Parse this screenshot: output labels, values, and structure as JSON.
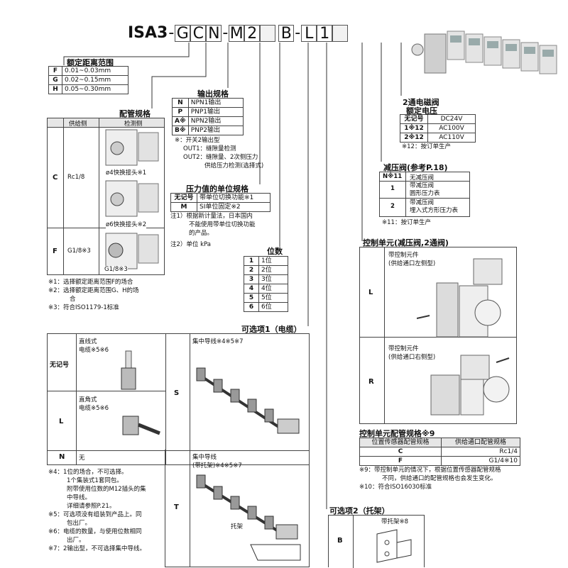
{
  "model": {
    "prefix": "ISA3",
    "parts": [
      "G",
      "C",
      "N",
      "M",
      "2",
      "",
      "B",
      "L",
      "1",
      ""
    ],
    "separators": [
      "-",
      "-",
      "-"
    ]
  },
  "rated_distance": {
    "title": "额定距离范围",
    "rows": [
      [
        "F",
        "0.01~0.03mm"
      ],
      [
        "G",
        "0.02~0.15mm"
      ],
      [
        "H",
        "0.05~0.30mm"
      ]
    ]
  },
  "piping": {
    "title": "配管规格",
    "headers": [
      "供给侧",
      "检测侧"
    ],
    "rows": [
      {
        "code": "C",
        "supply": "Rc1/8",
        "labels": [
          "ø4快换接头※1",
          "ø6快换接头※2"
        ]
      },
      {
        "code": "F",
        "supply": "G1/8※3",
        "labels": [
          "G1/8※3"
        ]
      }
    ],
    "notes": [
      "※1：选择额定距离范围F的场合",
      "※2：选择额定距离范围G、H的场",
      "合",
      "※3：符合ISO1179-1标准"
    ]
  },
  "output": {
    "title": "输出规格",
    "rows": [
      [
        "N",
        "NPN1输出"
      ],
      [
        "P",
        "PNP1输出"
      ],
      [
        "A※",
        "NPN2输出"
      ],
      [
        "B※",
        "PNP2输出"
      ]
    ],
    "notes": [
      "※：开关2输出型",
      "OUT1：缝隙量检测",
      "OUT2：缝隙量、2次侧压力",
      "供给压力检测(选择式)"
    ]
  },
  "pressure_unit": {
    "title": "压力值的单位规格",
    "rows": [
      [
        "无记号",
        "带单位切换功能※1"
      ],
      [
        "M",
        "SI单位固定※2"
      ]
    ],
    "notes": [
      "注1）根据新计量法，日本国内",
      "不能使用带单位切换功能",
      "的产品。",
      "注2）单位  kPa"
    ]
  },
  "stations": {
    "title": "位数",
    "rows": [
      [
        "1",
        "1位"
      ],
      [
        "2",
        "2位"
      ],
      [
        "3",
        "3位"
      ],
      [
        "4",
        "4位"
      ],
      [
        "5",
        "5位"
      ],
      [
        "6",
        "6位"
      ]
    ]
  },
  "valve": {
    "title": "2通电磁阀",
    "subtitle": "额定电压",
    "rows": [
      [
        "无记号",
        "DC24V"
      ],
      [
        "1※12",
        "AC100V"
      ],
      [
        "2※12",
        "AC110V"
      ]
    ],
    "notes": [
      "※12：按订单生产"
    ]
  },
  "regulator": {
    "title": "减压阀(参考P.18)",
    "rows": [
      [
        "N※11",
        "无减压阀"
      ],
      [
        "1",
        "带减压阀|圆形压力表"
      ],
      [
        "2",
        "带减压阀|埋入式方形压力表"
      ]
    ],
    "notes": [
      "※11：按订单生产"
    ]
  },
  "control_unit": {
    "title": "控制单元(减压阀,2通阀)",
    "rows": [
      {
        "code": "L",
        "text": [
          "带控制元件",
          "(供给通口左侧型)"
        ]
      },
      {
        "code": "R",
        "text": [
          "带控制元件",
          "(供给通口右侧型)"
        ]
      }
    ]
  },
  "cu_piping": {
    "title": "控制单元配管规格※9",
    "headers": [
      "位置传感器配管规格",
      "供给通口配管规格"
    ],
    "rows": [
      [
        "C",
        "Rc1/4"
      ],
      [
        "F",
        "G1/4※10"
      ]
    ],
    "notes": [
      "※9：带控制单元的情况下，根据位置传感器配管规格",
      "不同，供给通口的配管规格也会发生变化。",
      "※10：符合ISO16030标准"
    ]
  },
  "option1": {
    "title": "可选项1（电缆）",
    "rows": [
      {
        "code": "无记号",
        "text": [
          "直线式",
          "电缆※5※6"
        ]
      },
      {
        "code": "L",
        "text": [
          "直角式",
          "电缆※5※6"
        ]
      },
      {
        "code": "N",
        "text": [
          "无"
        ]
      }
    ],
    "right": [
      {
        "code": "S",
        "text": [
          "集中导线※4※5※7"
        ]
      },
      {
        "code": "T",
        "text": [
          "集中导线",
          "(带托架)※4※5※7"
        ],
        "bracket": "托架"
      }
    ],
    "notes": [
      "※4：1位的场合，不可选择。",
      "1个集装式1套同包。",
      "附带使用位数的M12插头的集",
      "中导线。",
      "详细请参照P.21。",
      "※5：可选项没有组装到产品上。同",
      "包出厂。",
      "※6：电缆的数量，与使用位数相同",
      "出厂。",
      "※7：2输出型，不可选择集中导线。"
    ]
  },
  "option2": {
    "title": "可选项2（托架）",
    "code": "B",
    "text": "带托架※8"
  }
}
